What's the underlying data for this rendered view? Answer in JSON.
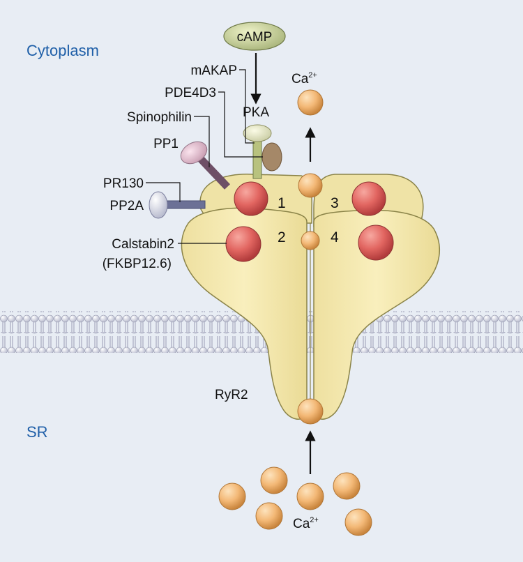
{
  "regions": {
    "cytoplasm": "Cytoplasm",
    "sr": "SR"
  },
  "labels": {
    "camp": "cAMP",
    "makap": "mAKAP",
    "pde4d3": "PDE4D3",
    "pka": "PKA",
    "spinophilin": "Spinophilin",
    "pp1": "PP1",
    "pr130": "PR130",
    "pp2a": "PP2A",
    "calstabin": "Calstabin2",
    "fkbp": "(FKBP12.6)",
    "ryr2": "RyR2",
    "ca_top": "Ca",
    "ca_top_charge": "2+",
    "ca_bottom": "Ca",
    "ca_bottom_charge": "2+"
  },
  "subunits": [
    "1",
    "2",
    "3",
    "4"
  ],
  "colors": {
    "background": "#e8edf4",
    "channel": "#f4e9a8",
    "calstabin": "#e05a5a",
    "calcium": "#f0b46a",
    "membrane": "#a7a9c2",
    "region_text": "#1f5fa8"
  }
}
